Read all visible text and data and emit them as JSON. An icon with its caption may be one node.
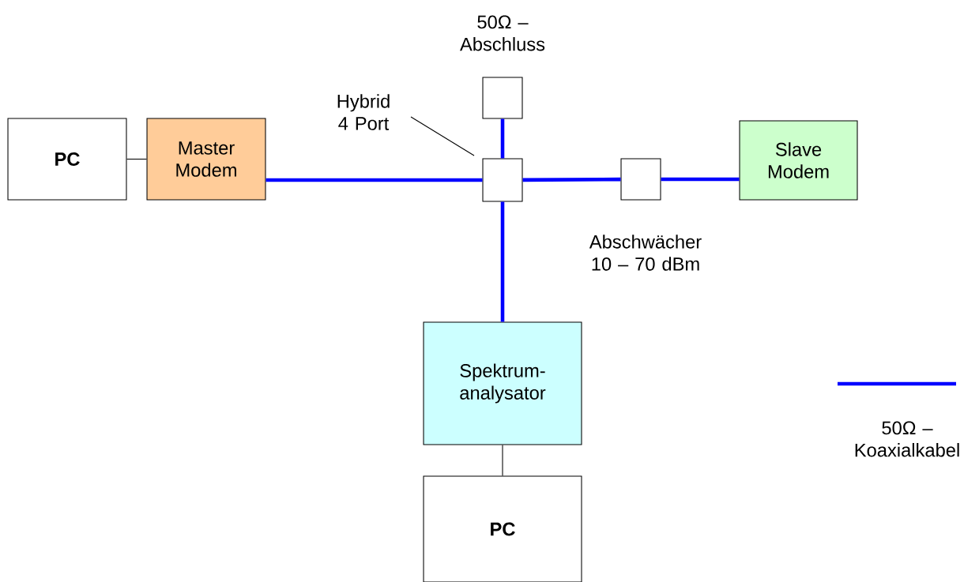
{
  "diagram": {
    "nodes": [
      {
        "text": [
          "PC"
        ]
      },
      {
        "text": [
          "Master Modem"
        ]
      },
      {
        "text": [],
        "shape": "box",
        "beside": [
          "50Ω – Abschluss"
        ]
      },
      {
        "text": [],
        "shape": "box"
      },
      {
        "text": [],
        "shape": "box",
        "beside": [
          "Abschwächer 10 – 70 dBm"
        ]
      },
      {
        "text": [
          "Slave Modem"
        ]
      },
      {
        "text": [
          "Spektrum-analysator"
        ]
      },
      {
        "text": [
          "PC"
        ]
      },
      {
        "text": [
          "Hybrid 4 Port"
        ]
      }
    ],
    "edges": [
      {
        "from": 0,
        "to": 1,
        "arrow": "none",
        "color": "#000000"
      },
      {
        "from": 1,
        "to": 3,
        "arrow": "none"
      },
      {
        "from": 2,
        "to": 3,
        "arrow": "none"
      },
      {
        "from": 3,
        "to": 4,
        "arrow": "none"
      },
      {
        "from": 4,
        "to": 5,
        "arrow": "none"
      },
      {
        "from": 3,
        "to": 6,
        "arrow": "none"
      },
      {
        "from": 6,
        "to": 7,
        "arrow": "none",
        "color": "#000000"
      },
      {
        "from": 8,
        "to": 3,
        "arrow": "none",
        "color": "#000000"
      }
    ],
    "legend": [
      {
        "text": "50Ω – Koaxialkabel"
      }
    ]
  }
}
